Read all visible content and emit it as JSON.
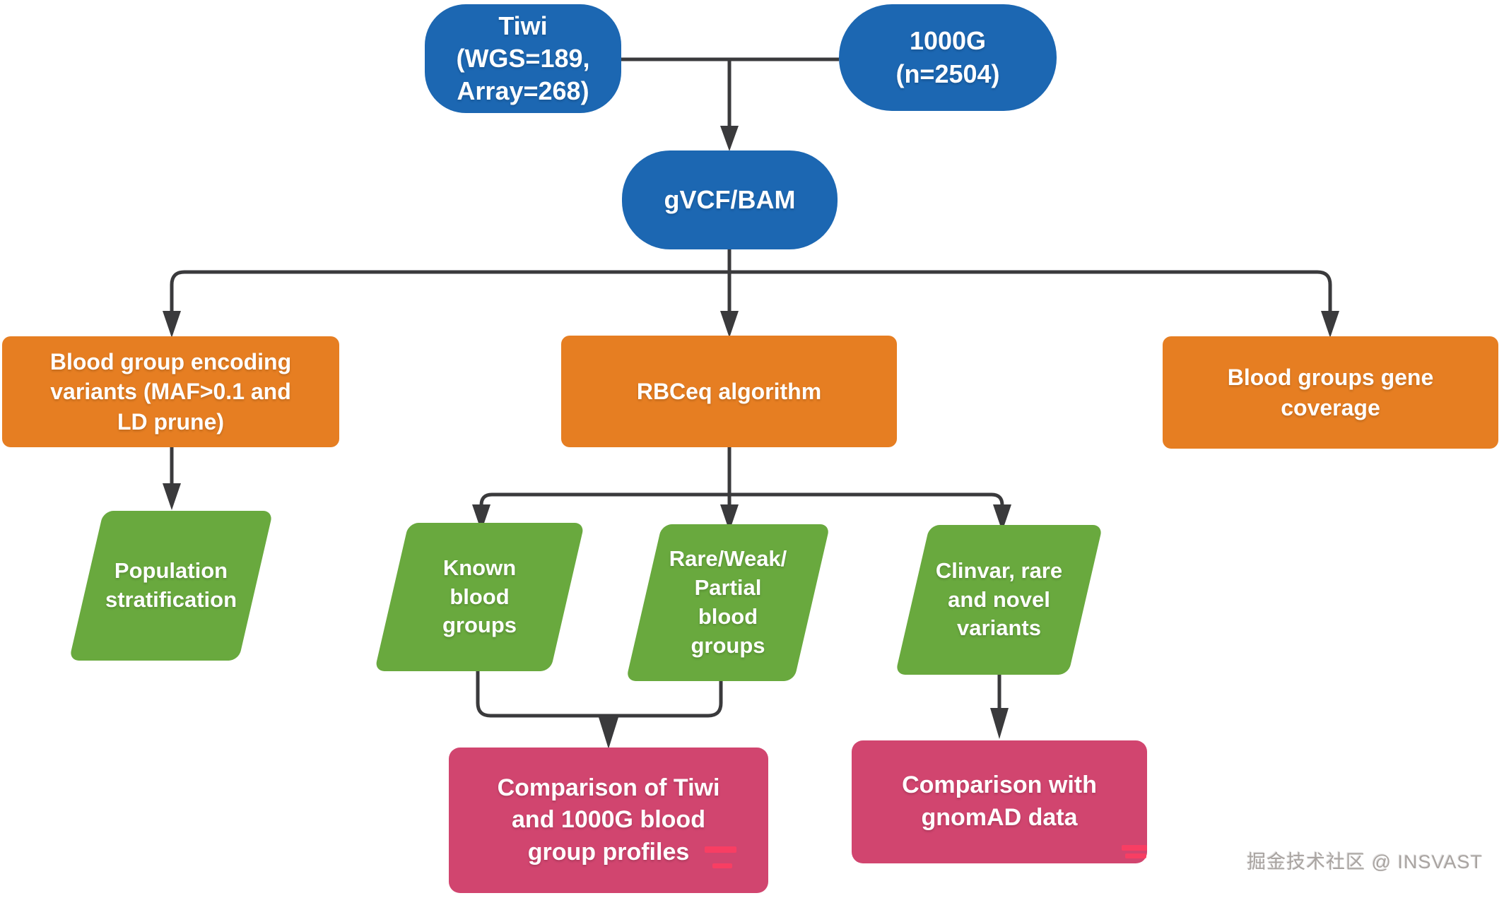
{
  "diagram": {
    "type": "flowchart",
    "nodes": {
      "tiwi": {
        "label": "Tiwi\n(WGS=189,\nArray=268)",
        "shape": "pill",
        "color": "#1c67b2"
      },
      "thousand_genomes": {
        "label": "1000G\n(n=2504)",
        "shape": "pill",
        "color": "#1c67b2"
      },
      "gvcf_bam": {
        "label": "gVCF/BAM",
        "shape": "pill",
        "color": "#1c67b2"
      },
      "blood_group_encoding_variants": {
        "label": "Blood group encoding\nvariants (MAF>0.1 and\nLD prune)",
        "shape": "rect",
        "color": "#e67e22"
      },
      "rbceq_algorithm": {
        "label": "RBCeq algorithm",
        "shape": "rect",
        "color": "#e67e22"
      },
      "blood_groups_gene_coverage": {
        "label": "Blood groups gene\ncoverage",
        "shape": "rect",
        "color": "#e67e22"
      },
      "population_stratification": {
        "label": "Population\nstratification",
        "shape": "parallelogram",
        "color": "#69a93e"
      },
      "known_blood_groups": {
        "label": "Known\nblood\ngroups",
        "shape": "parallelogram",
        "color": "#69a93e"
      },
      "rare_weak_partial_blood_groups": {
        "label": "Rare/Weak/\nPartial\nblood\ngroups",
        "shape": "parallelogram",
        "color": "#69a93e"
      },
      "clinvar_rare_novel_variants": {
        "label": "Clinvar, rare\nand novel\nvariants",
        "shape": "parallelogram",
        "color": "#69a93e"
      },
      "comparison_tiwi_1000g": {
        "label": "Comparison of Tiwi\nand 1000G blood\ngroup profiles",
        "shape": "rect",
        "color": "#d1456f"
      },
      "comparison_gnomad": {
        "label": "Comparison with\ngnomAD data",
        "shape": "rect",
        "color": "#d1456f"
      }
    },
    "edges": [
      {
        "from": "tiwi",
        "to": "gvcf_bam"
      },
      {
        "from": "thousand_genomes",
        "to": "gvcf_bam"
      },
      {
        "from": "gvcf_bam",
        "to": "blood_group_encoding_variants"
      },
      {
        "from": "gvcf_bam",
        "to": "rbceq_algorithm"
      },
      {
        "from": "gvcf_bam",
        "to": "blood_groups_gene_coverage"
      },
      {
        "from": "blood_group_encoding_variants",
        "to": "population_stratification"
      },
      {
        "from": "rbceq_algorithm",
        "to": "known_blood_groups"
      },
      {
        "from": "rbceq_algorithm",
        "to": "rare_weak_partial_blood_groups"
      },
      {
        "from": "rbceq_algorithm",
        "to": "clinvar_rare_novel_variants"
      },
      {
        "from": "known_blood_groups",
        "to": "comparison_tiwi_1000g"
      },
      {
        "from": "rare_weak_partial_blood_groups",
        "to": "comparison_tiwi_1000g"
      },
      {
        "from": "clinvar_rare_novel_variants",
        "to": "comparison_gnomad"
      }
    ],
    "colors": {
      "input_node": "#1c67b2",
      "process_node": "#e67e22",
      "data_node": "#69a93e",
      "result_node": "#d1456f",
      "connector": "#3a3a3c",
      "background": "#ffffff"
    },
    "watermark": "掘金技术社区 @ INSVAST"
  }
}
